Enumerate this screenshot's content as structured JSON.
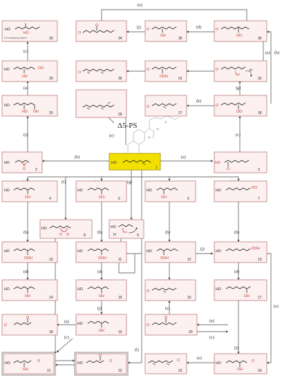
{
  "title": "Δ5-PS",
  "compounds": [
    {
      "id": "1"
    },
    {
      "id": "2"
    },
    {
      "id": "3"
    },
    {
      "id": "4"
    },
    {
      "id": "5"
    },
    {
      "id": "6"
    },
    {
      "id": "7"
    },
    {
      "id": "8"
    },
    {
      "id": "9"
    },
    {
      "id": "10"
    },
    {
      "id": "11"
    },
    {
      "id": "12"
    },
    {
      "id": "13"
    },
    {
      "id": "14"
    },
    {
      "id": "15"
    },
    {
      "id": "16"
    },
    {
      "id": "17"
    },
    {
      "id": "18"
    },
    {
      "id": "19"
    },
    {
      "id": "20"
    },
    {
      "id": "21"
    },
    {
      "id": "22"
    },
    {
      "id": "23"
    },
    {
      "id": "24"
    },
    {
      "id": "25"
    },
    {
      "id": "26"
    },
    {
      "id": "27"
    },
    {
      "id": "28"
    },
    {
      "id": "29"
    },
    {
      "id": "30"
    },
    {
      "id": "31"
    },
    {
      "id": "32"
    },
    {
      "id": "33"
    },
    {
      "id": "34"
    },
    {
      "id": "35"
    },
    {
      "id": "36"
    }
  ],
  "note_33": "D-Ho-dihydroxy-ketone",
  "reaction_labels": {
    "a": "(a)",
    "b": "(b)",
    "c": "(c)",
    "d": "(d)",
    "e": "(e)",
    "f": "(f)",
    "g": "(g)",
    "h": "(h)",
    "i": "(i)",
    "j": "(j)",
    "k": "(k)",
    "l": "(l)"
  },
  "atoms": {
    "HO": "HO",
    "OH": "OH",
    "OOH": "OOH",
    "OO": "OO·",
    "O": "O",
    "O_dot": "O·",
    "H": "H",
    "Ho": "Ho",
    "OHO": "HO"
  }
}
